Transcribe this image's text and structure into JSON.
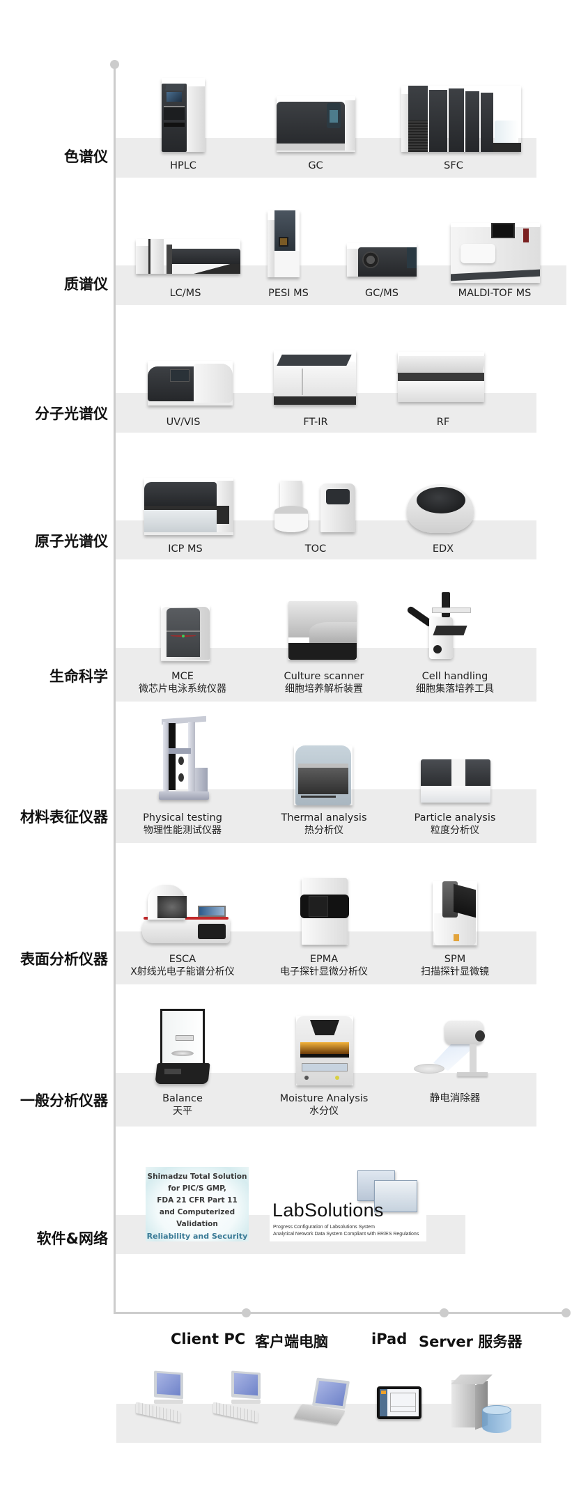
{
  "categories": [
    {
      "label": "色谱仪",
      "items": [
        {
          "name": "HPLC"
        },
        {
          "name": "GC"
        },
        {
          "name": "SFC"
        }
      ]
    },
    {
      "label": "质谱仪",
      "items": [
        {
          "name": "LC/MS"
        },
        {
          "name": "PESI MS"
        },
        {
          "name": "GC/MS"
        },
        {
          "name": "MALDI-TOF MS"
        }
      ]
    },
    {
      "label": "分子光谱仪",
      "items": [
        {
          "name": "UV/VIS"
        },
        {
          "name": "FT-IR"
        },
        {
          "name": "RF"
        }
      ]
    },
    {
      "label": "原子光谱仪",
      "items": [
        {
          "name": "ICP MS"
        },
        {
          "name": "TOC"
        },
        {
          "name": "EDX"
        }
      ]
    },
    {
      "label": "生命科学",
      "items": [
        {
          "name": "MCE",
          "cn": "微芯片电泳系统仪器"
        },
        {
          "name": "Culture scanner",
          "cn": "细胞培养解析装置"
        },
        {
          "name": "Cell handling",
          "cn": "细胞集落培养工具"
        }
      ]
    },
    {
      "label": "材料表征仪器",
      "items": [
        {
          "name": "Physical testing",
          "cn": "物理性能测试仪器"
        },
        {
          "name": "Thermal analysis",
          "cn": "热分析仪"
        },
        {
          "name": "Particle analysis",
          "cn": "粒度分析仪"
        }
      ]
    },
    {
      "label": "表面分析仪器",
      "items": [
        {
          "name": "ESCA",
          "cn": "X射线光电子能谱分析仪"
        },
        {
          "name": "EPMA",
          "cn": "电子探针显微分析仪"
        },
        {
          "name": "SPM",
          "cn": "扫描探针显微镜"
        }
      ]
    },
    {
      "label": "一般分析仪器",
      "items": [
        {
          "name": "Balance",
          "cn": "天平"
        },
        {
          "name": "Moisture Analysis",
          "cn": "水分仪"
        },
        {
          "name": "静电消除器"
        }
      ]
    },
    {
      "label": "软件&网络",
      "software": {
        "shimadzu_lines": [
          "Shimadzu Total Solution",
          "for PIC/S GMP,",
          "FDA 21 CFR Part 11",
          "and Computerized",
          "Validation"
        ],
        "shimadzu_tagline": "Reliability and Security",
        "labsolutions_brand": "LabSolutions",
        "labsolutions_sub1": "Progress Configuration of Labsolutions System",
        "labsolutions_sub2": "Analytical Network Data System Compliant with ER/ES Regulations"
      }
    }
  ],
  "bottom": {
    "client_pc_en": "Client PC",
    "client_pc_cn": "客户端电脑",
    "ipad": "iPad",
    "server": "Server 服务器",
    "devices": [
      "desktop-pc-icon",
      "desktop-pc-icon",
      "laptop-icon",
      "tablet-icon",
      "server-database-icon"
    ]
  },
  "colors": {
    "axis": "#cccccc",
    "band": "#ececec",
    "text": "#111111",
    "accent_blue": "#3a7a96"
  }
}
